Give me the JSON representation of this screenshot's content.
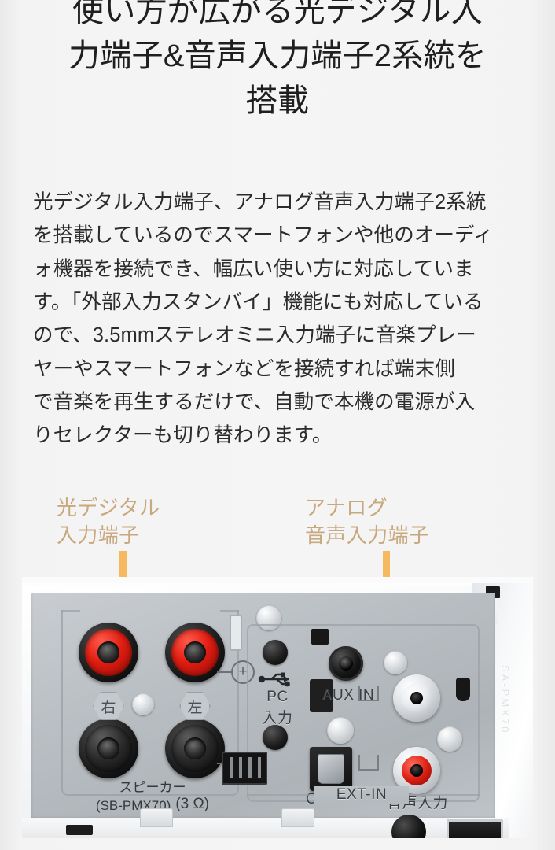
{
  "page": {
    "background_color": "#f2f2f2",
    "heading": "使い方が広がる光デジタル入\n力端子&音声入力端子2系統を\n搭載",
    "body_text": "光デジタル入力端子、アナログ音声入力端子2系統\nを搭載しているのでスマートフォンや他のオーディ\nォ機器を接続でき、幅広い使い方に対応していま\nす。「外部入力スタンバイ」機能にも対応している\nので、3.5mmステレオミニ入力端子に音楽プレー\nヤーやスマートフォンなどを接続すれば端末側\nで音楽を再生するだけで、自動で本機の電源が入\nりセレクターも切り替わります。"
  },
  "annotations": {
    "label_color": "#c8a87d",
    "line_color": "#f6b960",
    "optical": {
      "text": "光デジタル\n入力端子",
      "target": "OPT IN"
    },
    "analog": {
      "text": "アナログ\n音声入力端子",
      "target": "AUX IN / 音声入力"
    }
  },
  "photo": {
    "alt_description": "アンプ背面端子パネル",
    "speaker_section": {
      "right_label": "右",
      "left_label": "左",
      "plus_symbol": "+",
      "minus_symbol": "−",
      "caption_line1": "スピーカー",
      "caption_line2": "(SB-PMX70)",
      "caption_impedance": "(3 Ω)"
    },
    "pc_input": {
      "label": "PC\n入力",
      "icon": "usb-icon"
    },
    "ext_in_section": {
      "bracket_label": "EXT-IN",
      "aux_label": "AUX IN",
      "opt_label": "OPT IN",
      "audio_in_label": "音声入力"
    },
    "model_emboss": "SA-PMX70"
  }
}
